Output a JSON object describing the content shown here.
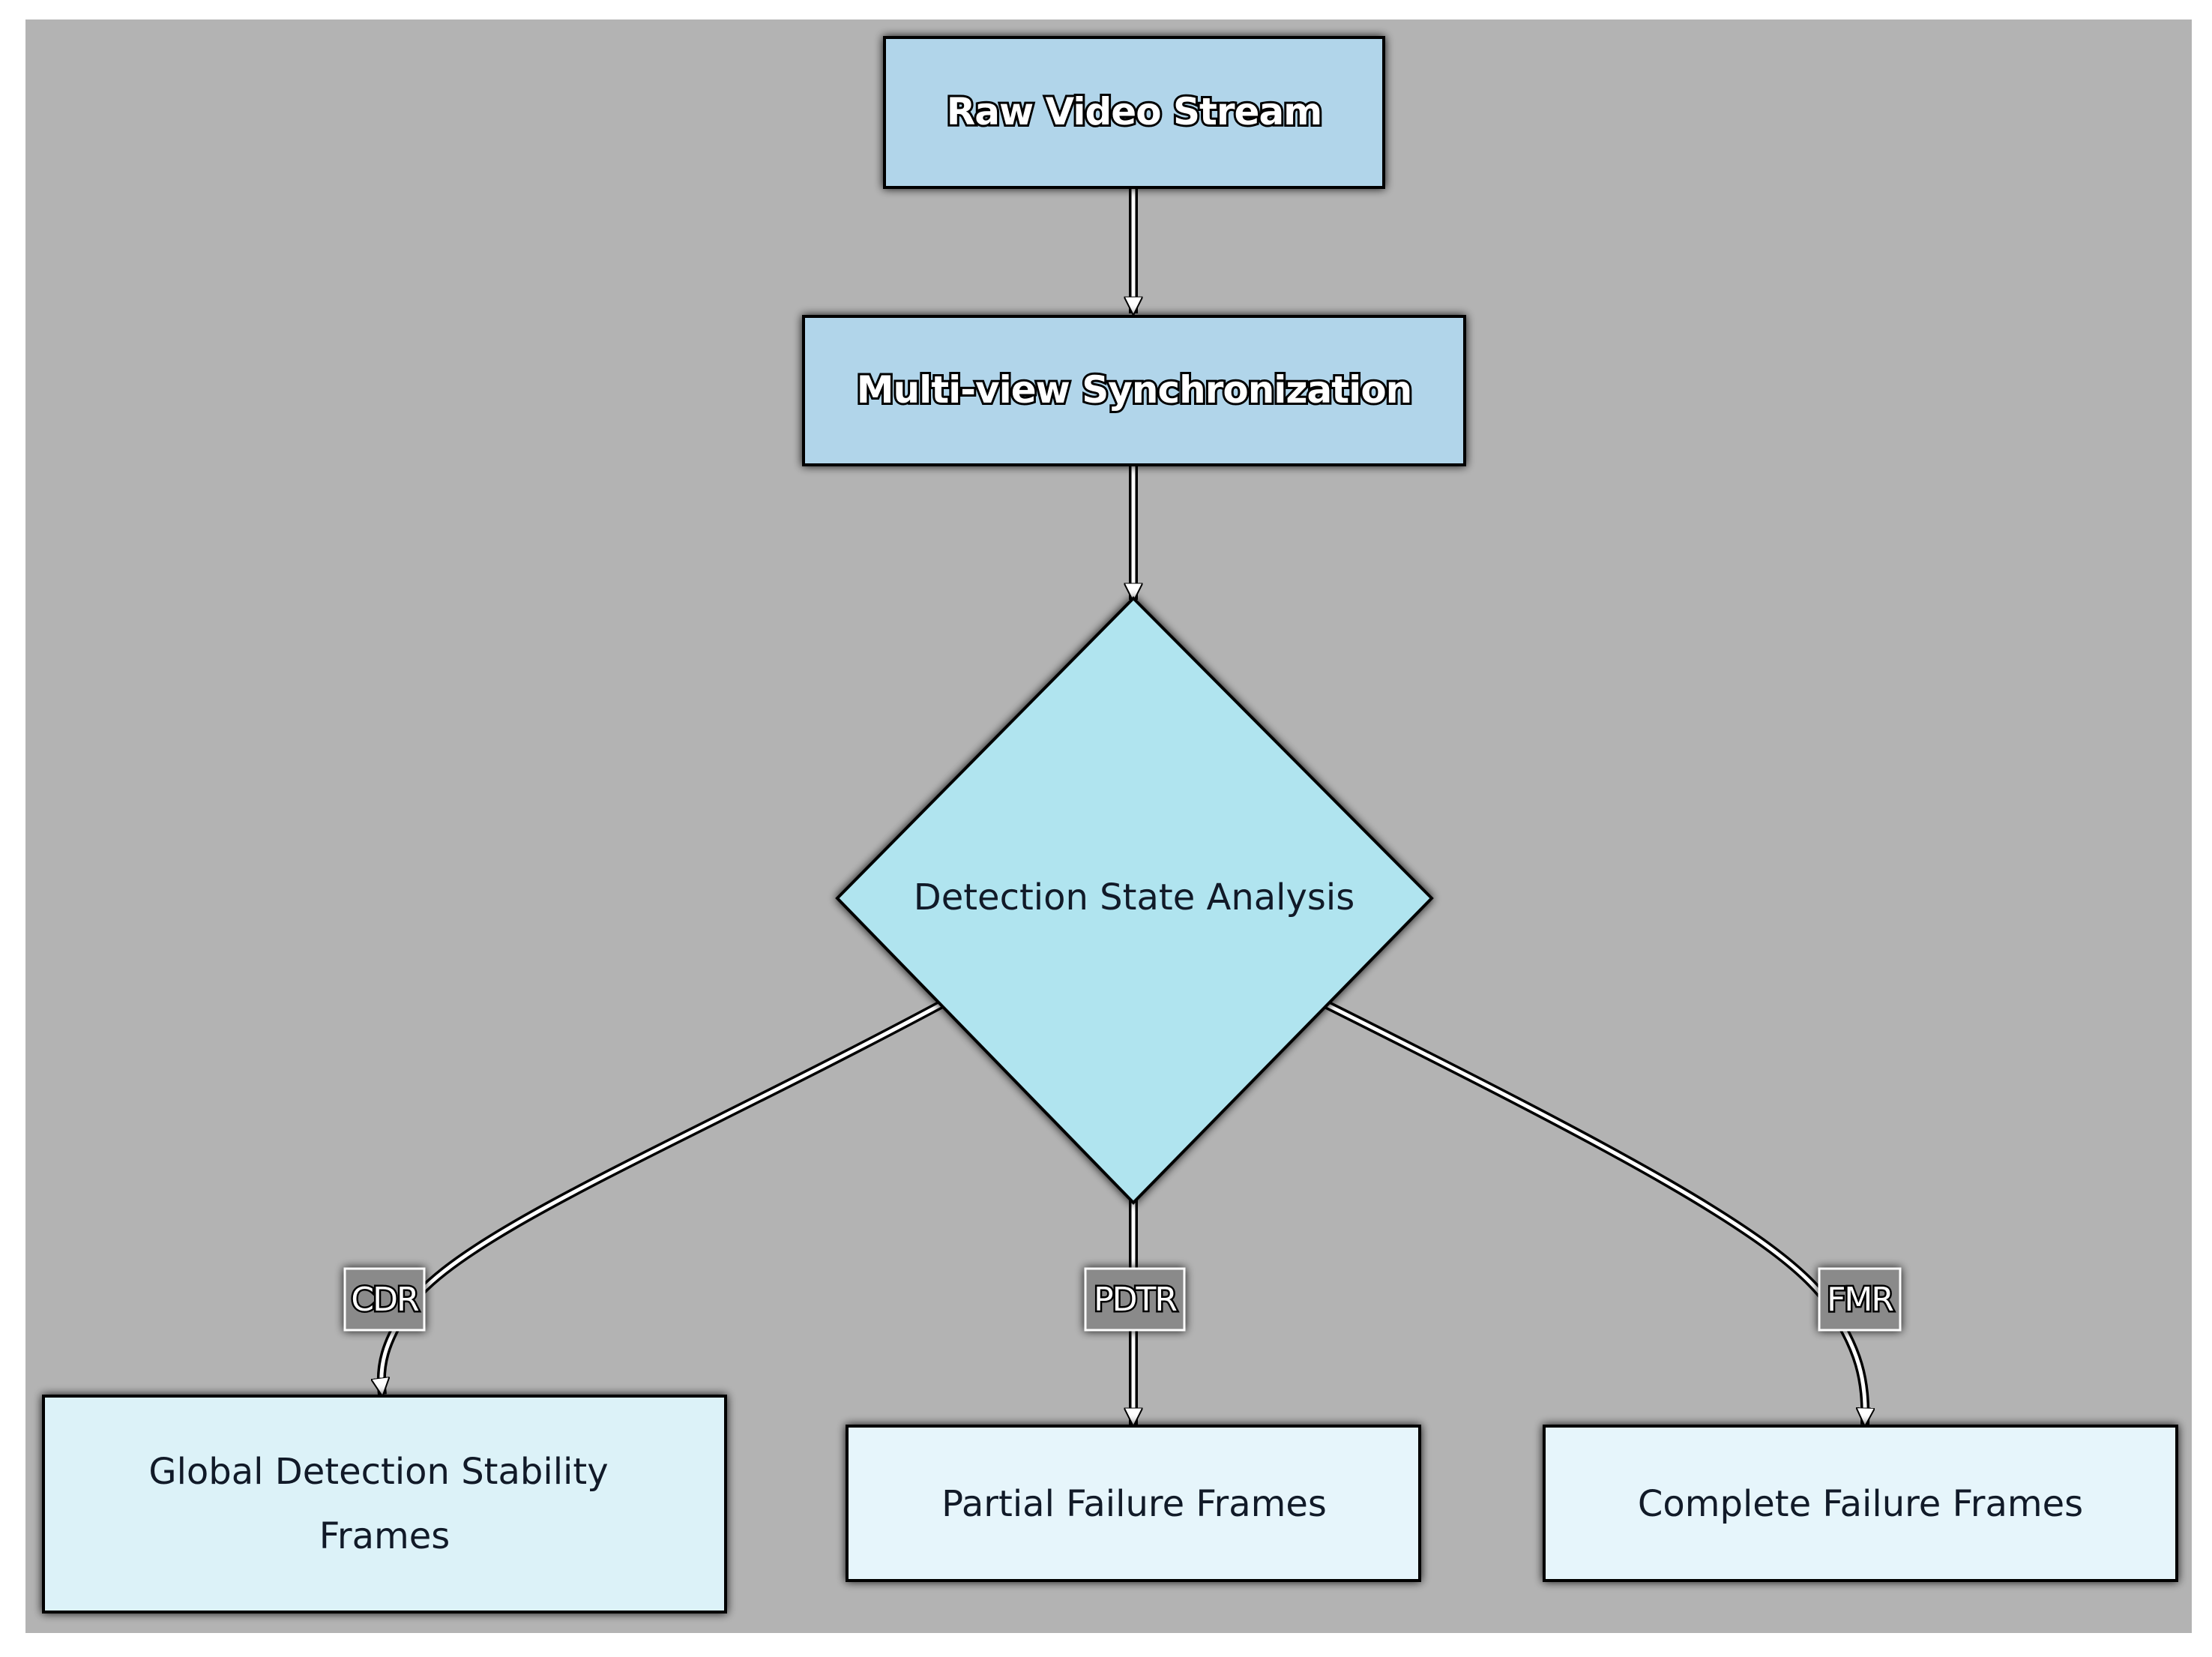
{
  "colors": {
    "canvas": "#b3b3b3",
    "top_node_fill": "#b1d5ea",
    "decision_fill": "#b0e4ef",
    "leaf_primary_fill": "#dcf2f8",
    "leaf_secondary_fill": "#e6f5fb",
    "stroke": "#000000",
    "edge": "#ffffff",
    "label_fill": "#8a8a8a",
    "text_dark": "#111a28",
    "text_light": "#ffffff"
  },
  "nodes": {
    "raw_video": {
      "label": "Raw Video Stream"
    },
    "sync": {
      "label": "Multi-view Synchronization"
    },
    "analysis": {
      "label": "Detection State Analysis"
    },
    "global_stability": {
      "label_line1": "Global Detection Stability",
      "label_line2": "Frames"
    },
    "partial_failure": {
      "label": "Partial Failure Frames"
    },
    "complete_failure": {
      "label": "Complete Failure Frames"
    }
  },
  "edges": {
    "cdr": {
      "label": "CDR"
    },
    "pdtr": {
      "label": "PDTR"
    },
    "fmr": {
      "label": "FMR"
    }
  }
}
